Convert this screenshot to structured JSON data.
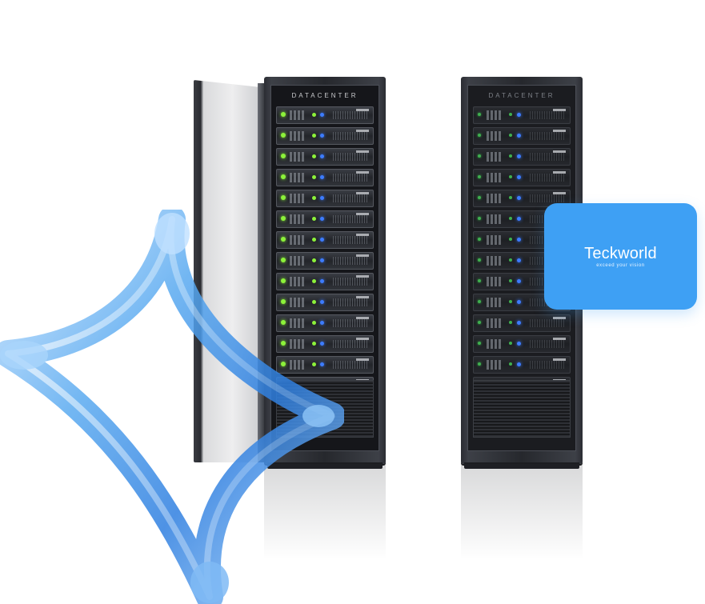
{
  "racks": {
    "left": {
      "label": "DATACENTER",
      "units": 14,
      "door": "open"
    },
    "right": {
      "label": "DATACENTER",
      "units": 14,
      "door": "closed"
    }
  },
  "brand": {
    "name": "Teckworld",
    "tagline": "exceed your vision",
    "card_color": "#3ea0f4"
  },
  "decoration": {
    "glass_shape": "four-point-star",
    "glass_color": "#5aaaf0"
  }
}
